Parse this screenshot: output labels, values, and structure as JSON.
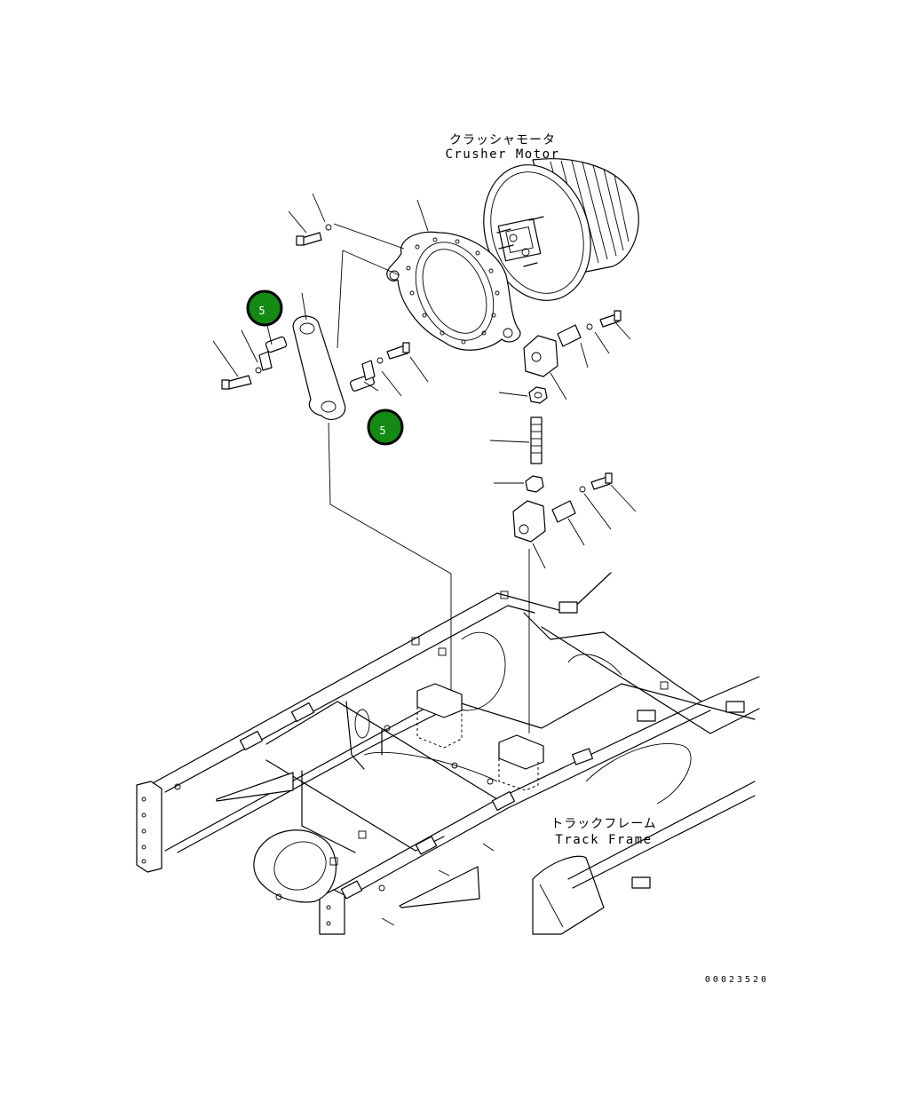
{
  "labels": {
    "crusher_motor_jp": "クラッシャモータ",
    "crusher_motor_en": "Crusher Motor",
    "track_frame_jp": "トラックフレーム",
    "track_frame_en": "Track Frame",
    "drawing_number": "00023520"
  },
  "callouts": [
    {
      "id": "callout-5-upper",
      "text": "5"
    },
    {
      "id": "callout-5-lower",
      "text": "5"
    }
  ],
  "colors": {
    "callout_fill": "#138a13",
    "callout_ring": "#000000",
    "callout_text": "#ffffff",
    "line": "#000000"
  }
}
